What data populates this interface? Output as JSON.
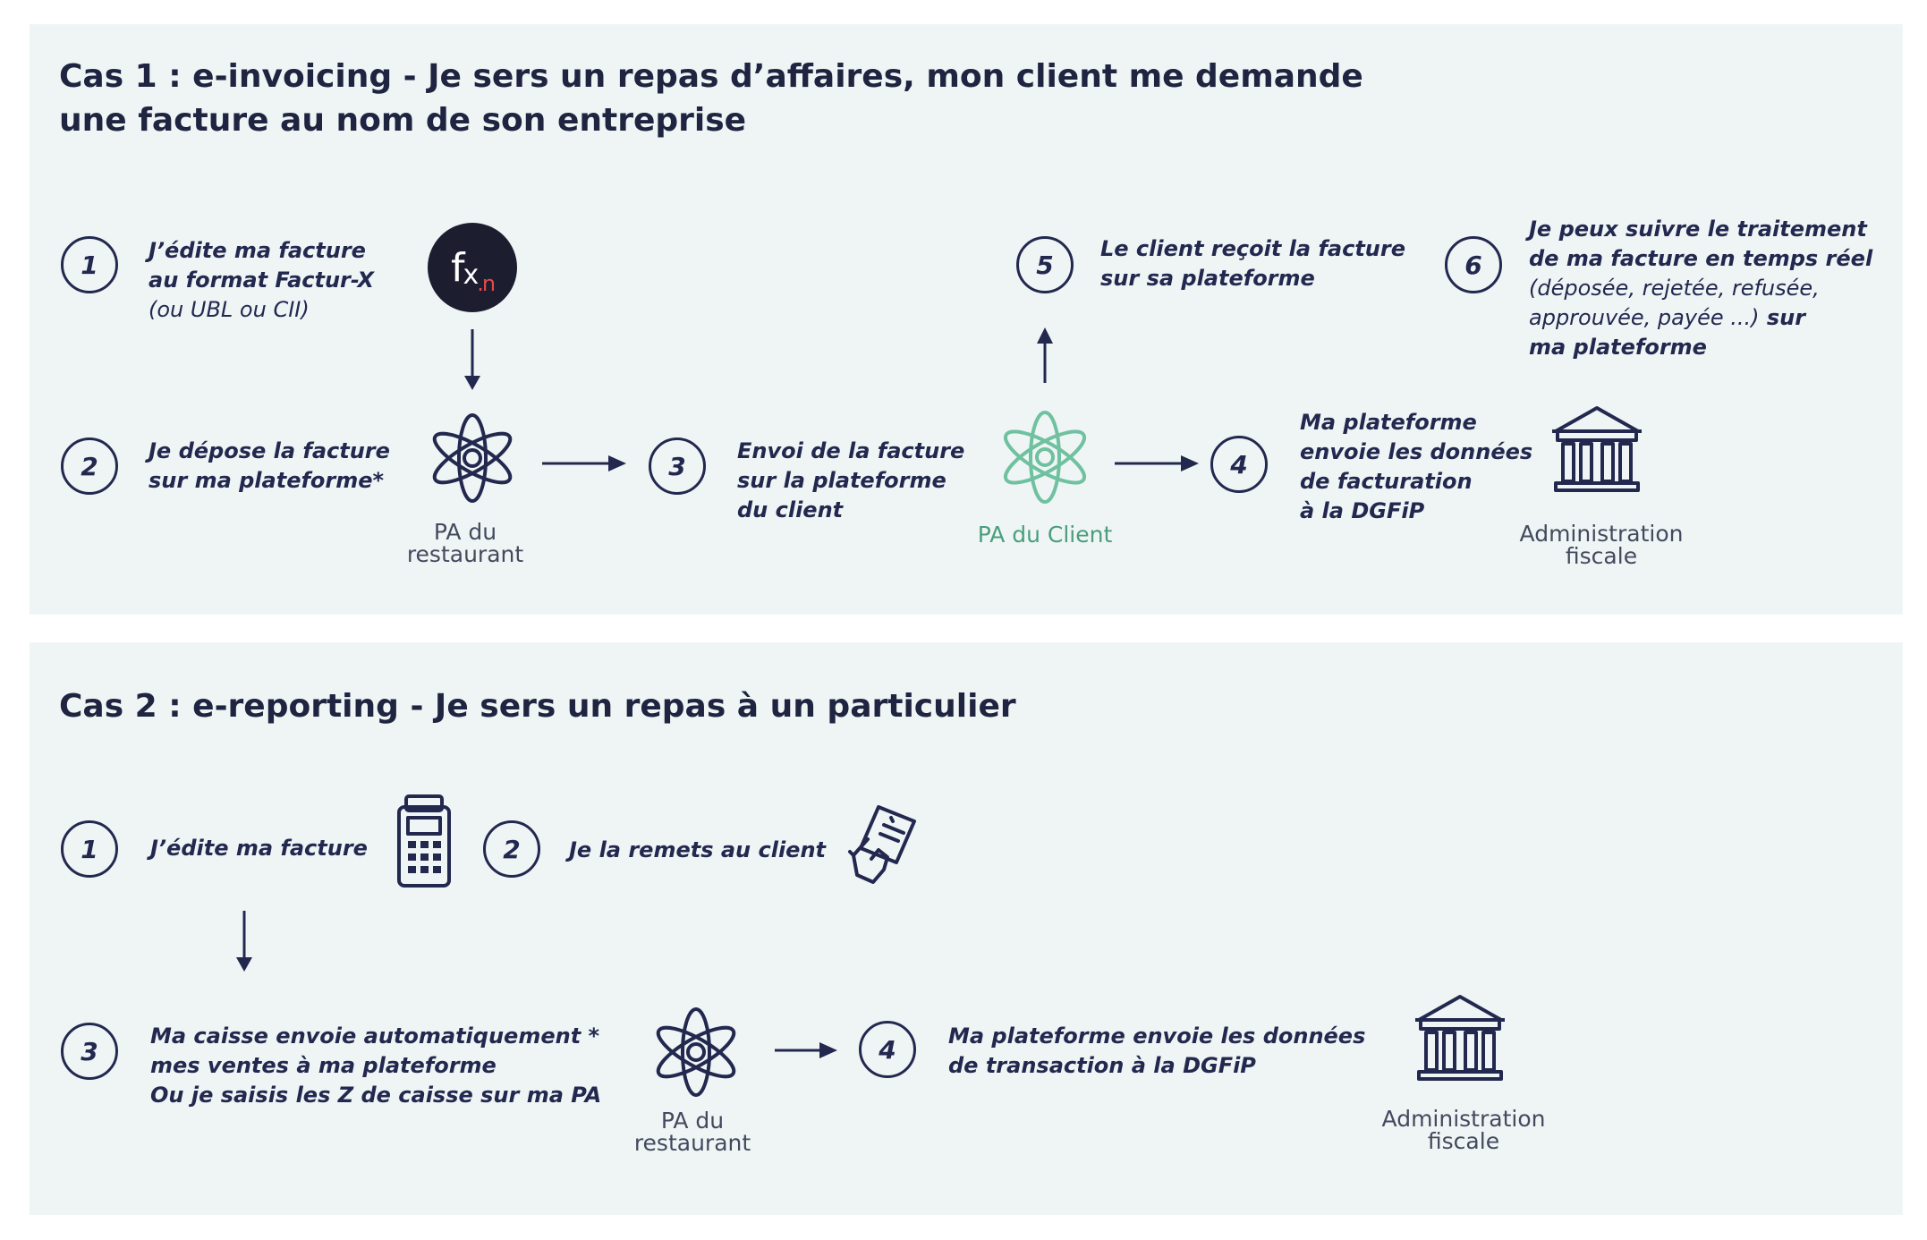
{
  "case1": {
    "title_line1": "Cas 1 : e-invoicing - Je sers un repas d’affaires, mon client me demande",
    "title_line2": "une facture au nom de son entreprise",
    "steps": [
      {
        "num": "1",
        "lines": [
          "J’édite ma facture",
          "au format Factur-X"
        ],
        "note": "(ou UBL ou CII)"
      },
      {
        "num": "2",
        "lines": [
          "Je dépose la facture",
          "sur ma plateforme*"
        ]
      },
      {
        "num": "3",
        "lines": [
          "Envoi de la facture",
          "sur la plateforme",
          "du client"
        ]
      },
      {
        "num": "4",
        "lines": [
          "Ma plateforme",
          "envoie les données",
          "de facturation",
          "à la DGFiP"
        ]
      },
      {
        "num": "5",
        "lines": [
          "Le client reçoit la facture",
          "sur sa plateforme"
        ]
      },
      {
        "num": "6",
        "lines": [
          "Je peux suivre le traitement",
          "de ma facture en temps réel"
        ],
        "reg1": "(déposée, rejetée, refusée,",
        "reg2": "approuvée, payée ...)",
        "bold_tail": " sur",
        "last": "ma plateforme"
      }
    ],
    "logo": {
      "f": "f",
      "x": "x",
      "n": ".n"
    },
    "pa_restaurant": [
      "PA du",
      "restaurant"
    ],
    "pa_client": "PA du Client",
    "admin": [
      "Administration",
      "fiscale"
    ],
    "icons": [
      "atom-icon",
      "atom-icon-green",
      "bank-building-icon",
      "arrow-icon",
      "factur-x-logo"
    ],
    "colors": {
      "ink": "#23284f",
      "green": "#6fc1a0",
      "panel": "#eff5f5",
      "logo_bg": "#1c1d2e",
      "logo_accent": "#e14b4b"
    }
  },
  "case2": {
    "title": "Cas 2 : e-reporting - Je sers un repas à un particulier",
    "steps": [
      {
        "num": "1",
        "lines": [
          "J’édite ma facture"
        ]
      },
      {
        "num": "2",
        "lines": [
          "Je la remets au client"
        ]
      },
      {
        "num": "3",
        "lines": [
          "Ma caisse envoie automatiquement *",
          "mes ventes à ma plateforme",
          "Ou je saisis les Z de caisse sur ma PA"
        ]
      },
      {
        "num": "4",
        "lines": [
          "Ma plateforme envoie les données",
          "de transaction à la DGFiP"
        ]
      }
    ],
    "pa_restaurant": [
      "PA du",
      "restaurant"
    ],
    "admin": [
      "Administration",
      "fiscale"
    ],
    "icons": [
      "payment-terminal-icon",
      "hand-receipt-icon",
      "atom-icon",
      "bank-building-icon",
      "arrow-icon"
    ]
  }
}
